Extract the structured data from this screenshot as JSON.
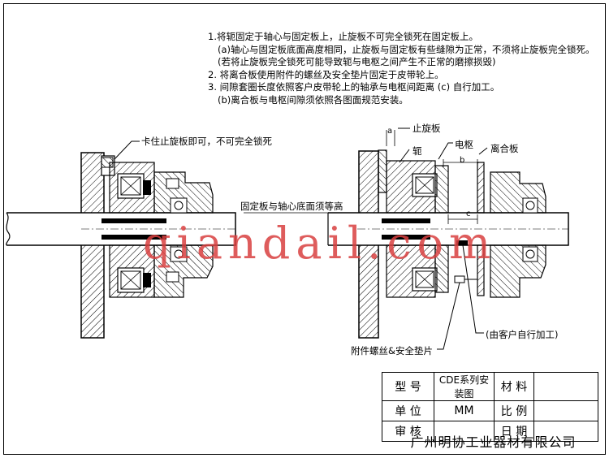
{
  "notes": [
    "1.将轭固定于轴心与固定板上，止旋板不可完全锁死在固定板上。",
    "(a)轴心与固定板底面高度相同，止旋板与固定板有些缝隙为正常，不须将止旋板完全锁死。",
    "(若将止旋板完全锁死可能导致轭与电枢之间产生不正常的磨擦损毁)",
    "2. 将离合板使用附件的螺丝及安全垫片固定于皮带轮上。",
    "3. 间隙套圈长度依照客户皮带轮上的轴承与电枢间距离 (c) 自行加工。",
    "(b)离合板与电枢间隙须依照各图面规范安装。"
  ],
  "labels": {
    "left_clamp": "卡住止旋板即可，不可完全锁死",
    "anti_rotation": "止旋板",
    "yoke": "轭",
    "armature": "电枢",
    "clutch_plate": "离合板",
    "flush": "固定板与轴心底面须等高",
    "screws": "附件螺丝&安全垫片",
    "customer": "(由客户自行加工)",
    "dim_a": "a",
    "dim_b": "b",
    "dim_c": "c"
  },
  "watermark": "qiandail.com",
  "title_block": {
    "model_label": "型 号",
    "drawing_name": "CDE系列安装图",
    "material_label": "材 料",
    "unit_label": "单 位",
    "unit_value": "MM",
    "scale_label": "比 例",
    "review_label": "审 核",
    "date_label": "日 期",
    "company": "广州明协工业器材有限公司"
  }
}
